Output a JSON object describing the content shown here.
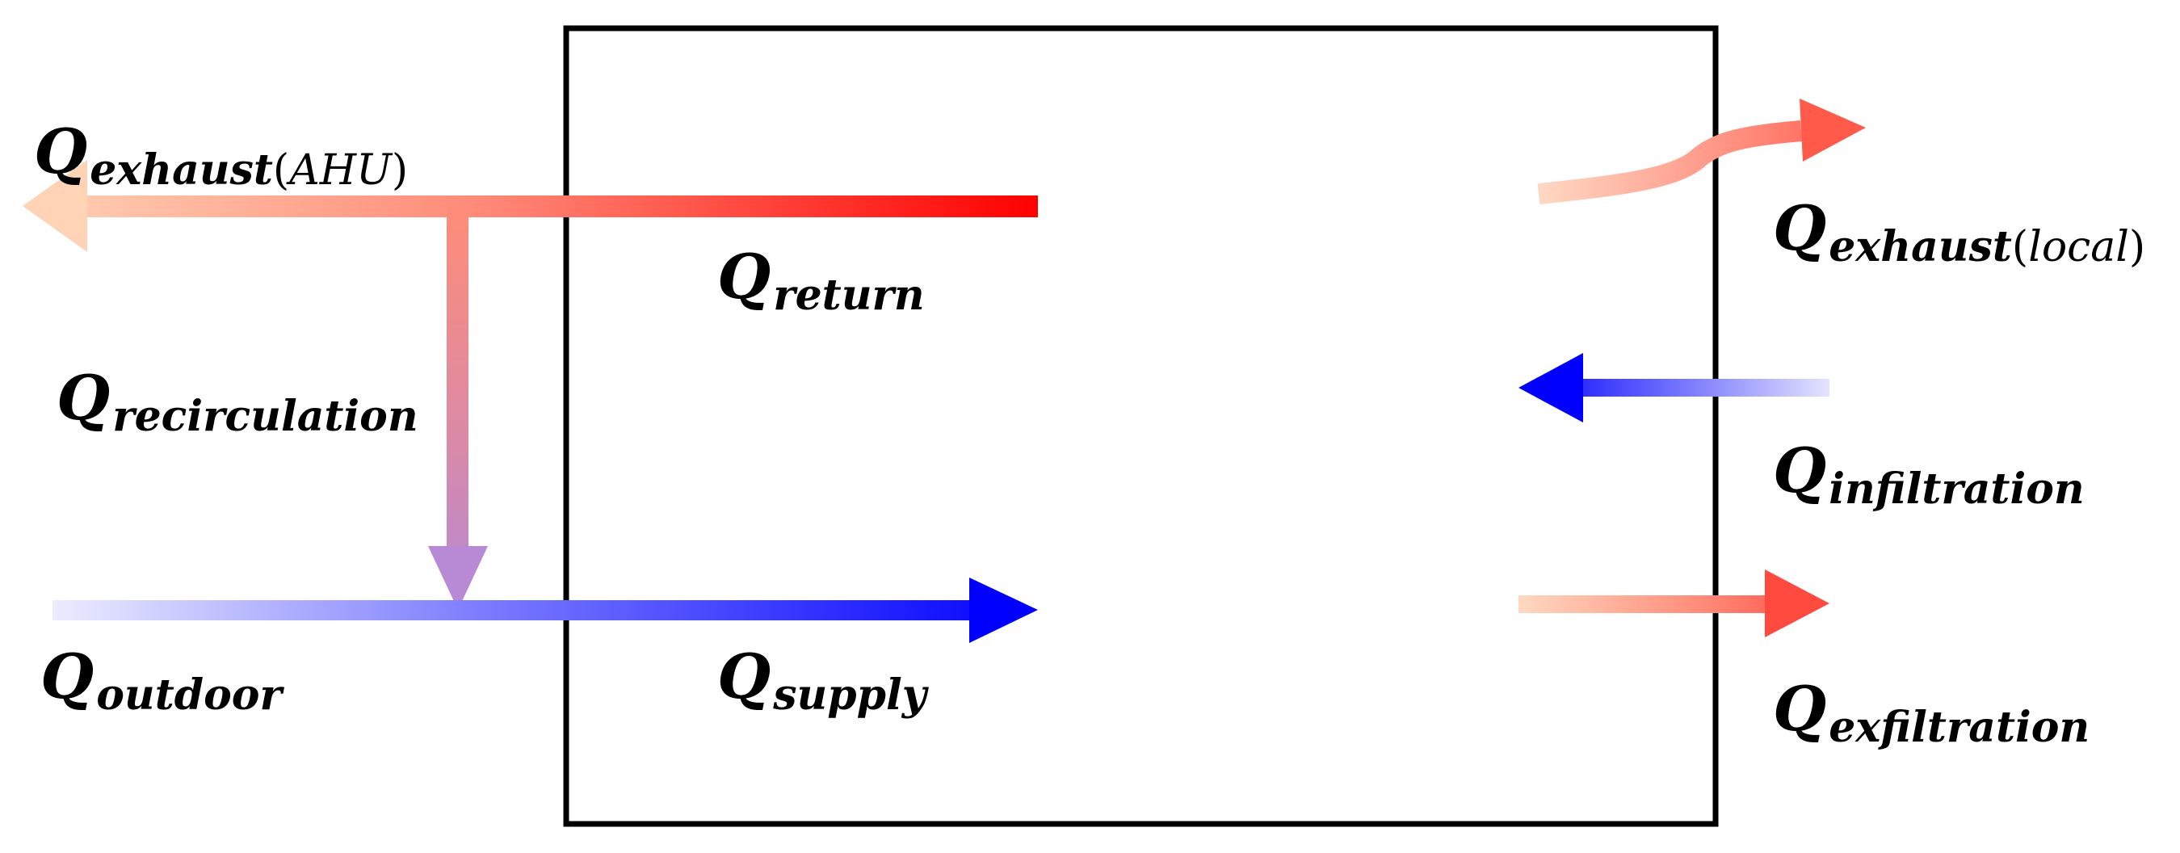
{
  "labels": {
    "exhaust_ahu": {
      "symbol": "Q",
      "subscript": "exhaust",
      "qualifier": "AHU"
    },
    "return": {
      "symbol": "Q",
      "subscript": "return"
    },
    "recirculation": {
      "symbol": "Q",
      "subscript": "recirculation"
    },
    "outdoor": {
      "symbol": "Q",
      "subscript": "outdoor"
    },
    "supply": {
      "symbol": "Q",
      "subscript": "supply"
    },
    "exhaust_local": {
      "symbol": "Q",
      "subscript": "exhaust",
      "qualifier": "local"
    },
    "infiltration": {
      "symbol": "Q",
      "subscript": "infiltration"
    },
    "exfiltration": {
      "symbol": "Q",
      "subscript": "exfiltration"
    }
  },
  "paren_open": "(",
  "paren_close": ")",
  "colors": {
    "warm": "#ff0000",
    "warm_light": "#ffd3b6",
    "warm_arrow": "#ff5a4a",
    "cool": "#0000ff",
    "cool_light": "#e8e8ff",
    "mix": "#b88ad6",
    "border": "#000000"
  }
}
